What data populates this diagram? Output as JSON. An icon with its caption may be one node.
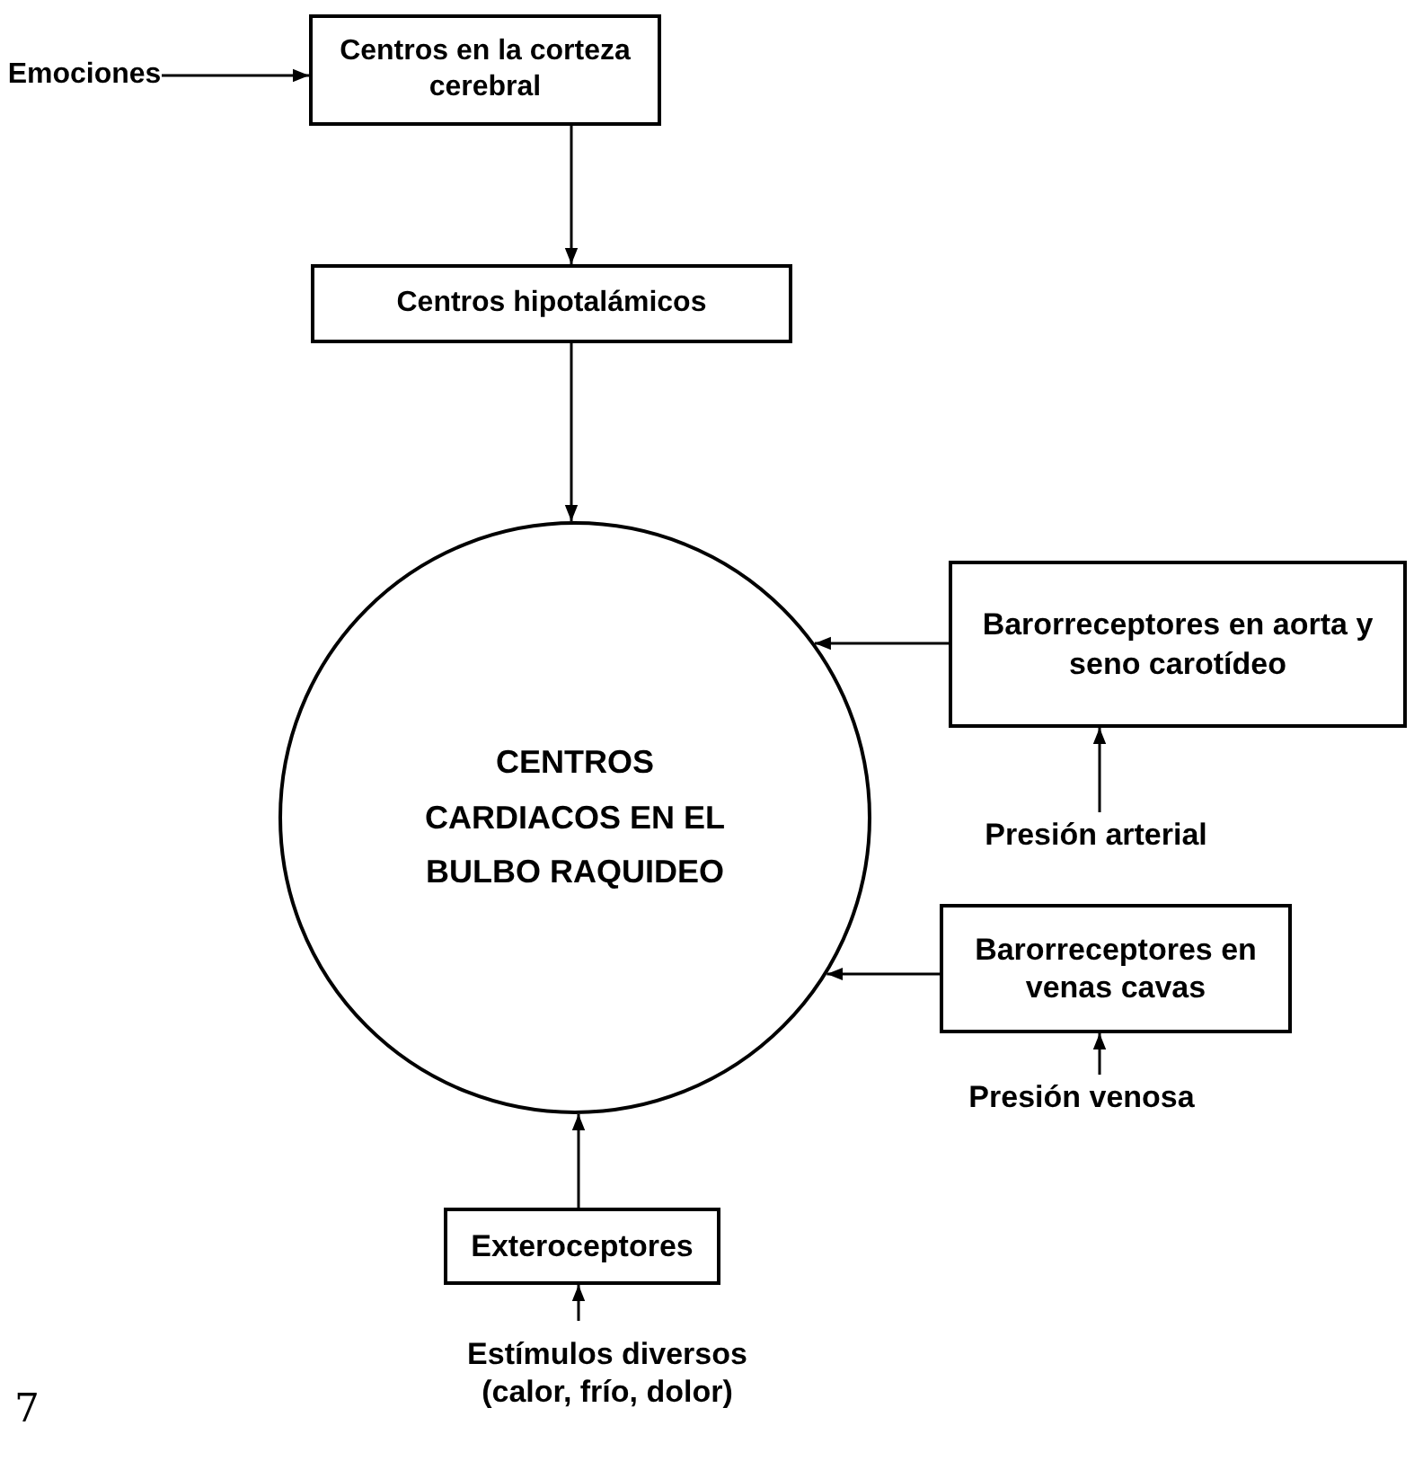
{
  "diagram": {
    "nodes": [
      {
        "text": [
          "Emociones"
        ]
      },
      {
        "text": [
          "Centros en la corteza cerebral"
        ]
      },
      {
        "text": [
          "Centros hipotalámicos"
        ]
      },
      {
        "text": [
          "CENTROS CARDIACOS EN EL BULBO RAQUIDEO"
        ]
      },
      {
        "text": [
          "Barorreceptores en aorta y seno carotídeo"
        ]
      },
      {
        "text": [
          "Presión arterial"
        ]
      },
      {
        "text": [
          "Barorreceptores en venas cavas"
        ]
      },
      {
        "text": [
          "Presión venosa"
        ]
      },
      {
        "text": [
          "Exteroceptores"
        ]
      },
      {
        "text": [
          "Estímulos diversos (calor, frío, dolor)"
        ]
      }
    ],
    "edges": [
      {
        "from": 0,
        "to": 1,
        "arrow": "to"
      },
      {
        "from": 1,
        "to": 2,
        "arrow": "to"
      },
      {
        "from": 2,
        "to": 3,
        "arrow": "to"
      },
      {
        "from": 4,
        "to": 3,
        "arrow": "to"
      },
      {
        "from": 5,
        "to": 4,
        "arrow": "to"
      },
      {
        "from": 6,
        "to": 3,
        "arrow": "to"
      },
      {
        "from": 7,
        "to": 6,
        "arrow": "to"
      },
      {
        "from": 8,
        "to": 3,
        "arrow": "to"
      },
      {
        "from": 9,
        "to": 8,
        "arrow": "to"
      }
    ],
    "labels": [
      "7"
    ]
  }
}
